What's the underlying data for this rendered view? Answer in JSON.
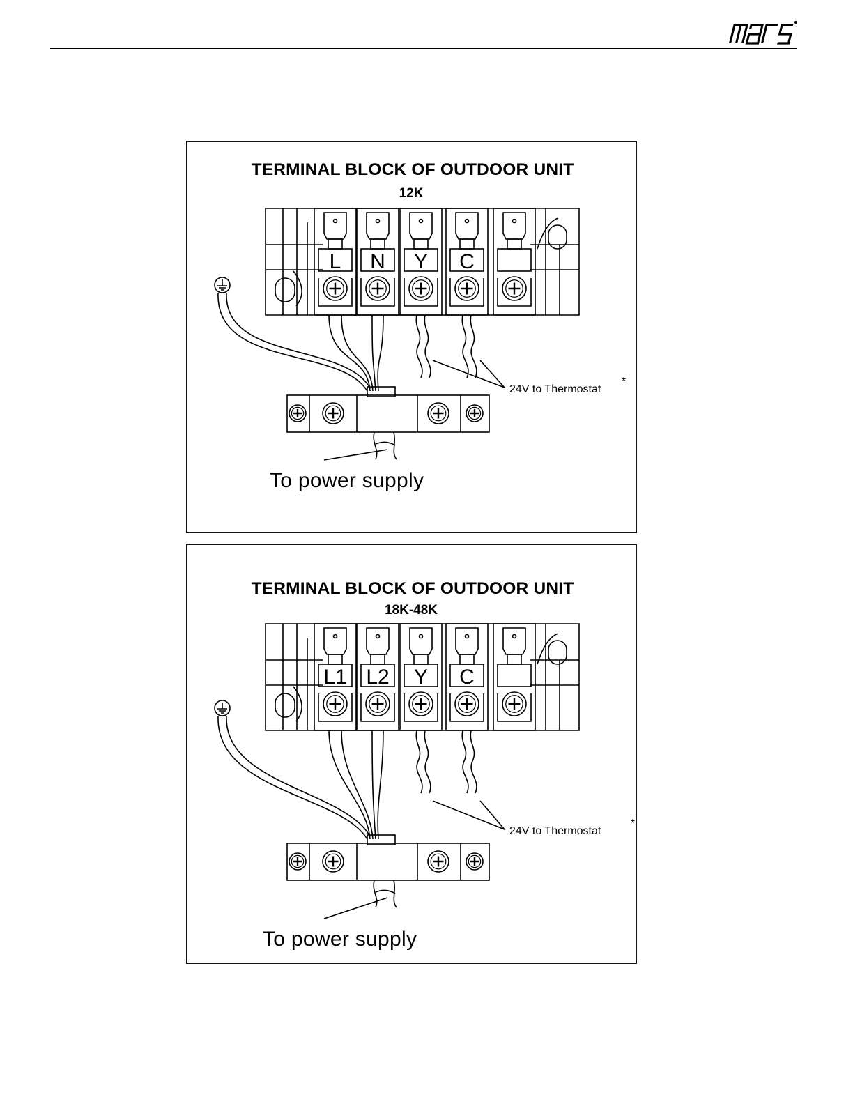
{
  "header": {
    "logo_text": "mars"
  },
  "diagrams": [
    {
      "title": "TERMINAL BLOCK OF OUTDOOR UNIT",
      "model": "12K",
      "terminals": [
        "L",
        "N",
        "Y",
        "C"
      ],
      "thermostat_label": "24V to Thermostat",
      "asterisk": "*",
      "supply_label": "To power supply"
    },
    {
      "title": "TERMINAL BLOCK OF OUTDOOR UNIT",
      "model": "18K-48K",
      "terminals": [
        "L1",
        "L2",
        "Y",
        "C"
      ],
      "thermostat_label": "24V to Thermostat",
      "asterisk": "*",
      "supply_label": "To power supply"
    }
  ],
  "icons": [
    "mars-logo",
    "ground-symbol-icon",
    "terminal-screw-icon",
    "clamp-screw-icon"
  ],
  "colors": {
    "ink": "#000000",
    "paper": "#ffffff"
  }
}
